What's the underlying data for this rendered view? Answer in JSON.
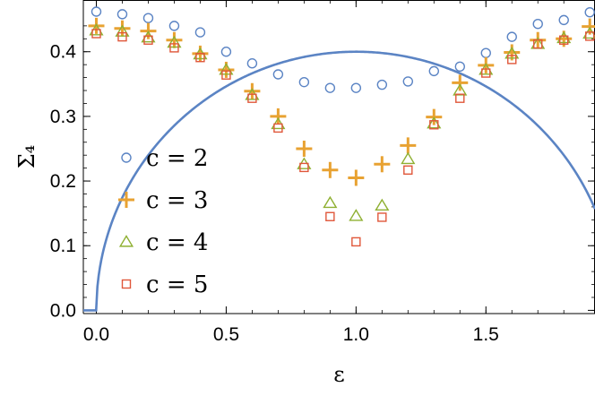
{
  "chart_data": {
    "type": "scatter",
    "title": "",
    "xlabel": "ε",
    "ylabel": "Σ₄",
    "xlim": [
      -0.05,
      1.92
    ],
    "ylim": [
      -0.005,
      0.48
    ],
    "x_ticks": [
      "0.0",
      "0.5",
      "1.0",
      "1.5"
    ],
    "y_ticks": [
      "0.0",
      "0.1",
      "0.2",
      "0.3",
      "0.4"
    ],
    "grid": false,
    "legend_position": "left-center",
    "x": [
      0.0,
      0.1,
      0.2,
      0.3,
      0.4,
      0.5,
      0.6,
      0.7,
      0.8,
      0.9,
      1.0,
      1.1,
      1.2,
      1.3,
      1.4,
      1.5,
      1.6,
      1.7,
      1.8,
      1.9
    ],
    "series": [
      {
        "name": "c = 2",
        "marker": "circle",
        "color": "#5b84c4",
        "values": [
          0.462,
          0.458,
          0.452,
          0.44,
          0.43,
          0.4,
          0.382,
          0.365,
          0.353,
          0.344,
          0.344,
          0.349,
          0.354,
          0.37,
          0.377,
          0.398,
          0.423,
          0.443,
          0.449,
          0.461
        ]
      },
      {
        "name": "c = 3",
        "marker": "plus",
        "color": "#e8a232",
        "values": [
          0.44,
          0.436,
          0.432,
          0.418,
          0.397,
          0.372,
          0.339,
          0.3,
          0.25,
          0.217,
          0.205,
          0.226,
          0.255,
          0.299,
          0.352,
          0.379,
          0.399,
          0.418,
          0.42,
          0.439
        ]
      },
      {
        "name": "c = 4",
        "marker": "triangle",
        "color": "#8fb032",
        "values": [
          0.433,
          0.431,
          0.422,
          0.414,
          0.396,
          0.372,
          0.333,
          0.288,
          0.226,
          0.166,
          0.146,
          0.162,
          0.234,
          0.289,
          0.34,
          0.372,
          0.397,
          0.412,
          0.421,
          0.428
        ]
      },
      {
        "name": "c = 5",
        "marker": "square",
        "color": "#e0573a",
        "values": [
          0.428,
          0.423,
          0.418,
          0.406,
          0.391,
          0.364,
          0.328,
          0.282,
          0.221,
          0.145,
          0.106,
          0.144,
          0.217,
          0.287,
          0.328,
          0.367,
          0.388,
          0.412,
          0.418,
          0.424
        ]
      }
    ],
    "curve": {
      "color": "#5b84c4"
    }
  }
}
